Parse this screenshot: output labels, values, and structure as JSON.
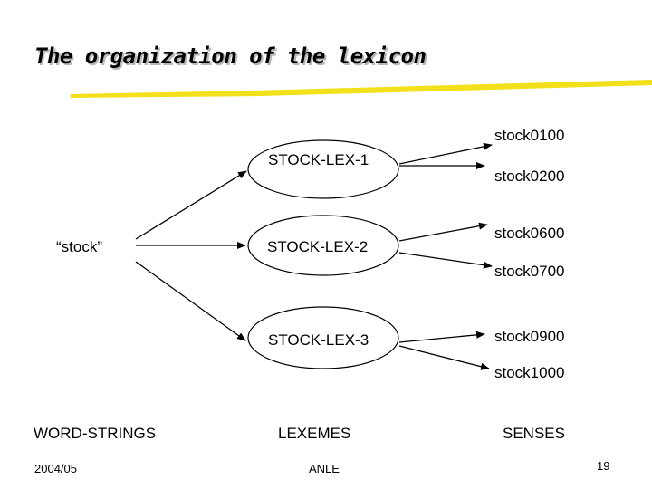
{
  "title": "The organization of the lexicon",
  "colors": {
    "underline": "#f2e01a",
    "stroke": "#000000",
    "title_shadow": "#b9b9b9"
  },
  "word_string": "“stock”",
  "lexemes": [
    "STOCK-LEX-1",
    "STOCK-LEX-2",
    "STOCK-LEX-3"
  ],
  "senses": [
    "stock0100",
    "stock0200",
    "stock0600",
    "stock0700",
    "stock0900",
    "stock1000"
  ],
  "columns": {
    "word_strings": "WORD-STRINGS",
    "lexemes": "LEXEMES",
    "senses": "SENSES"
  },
  "footer": {
    "date": "2004/05",
    "author": "ANLE",
    "page": "19"
  }
}
